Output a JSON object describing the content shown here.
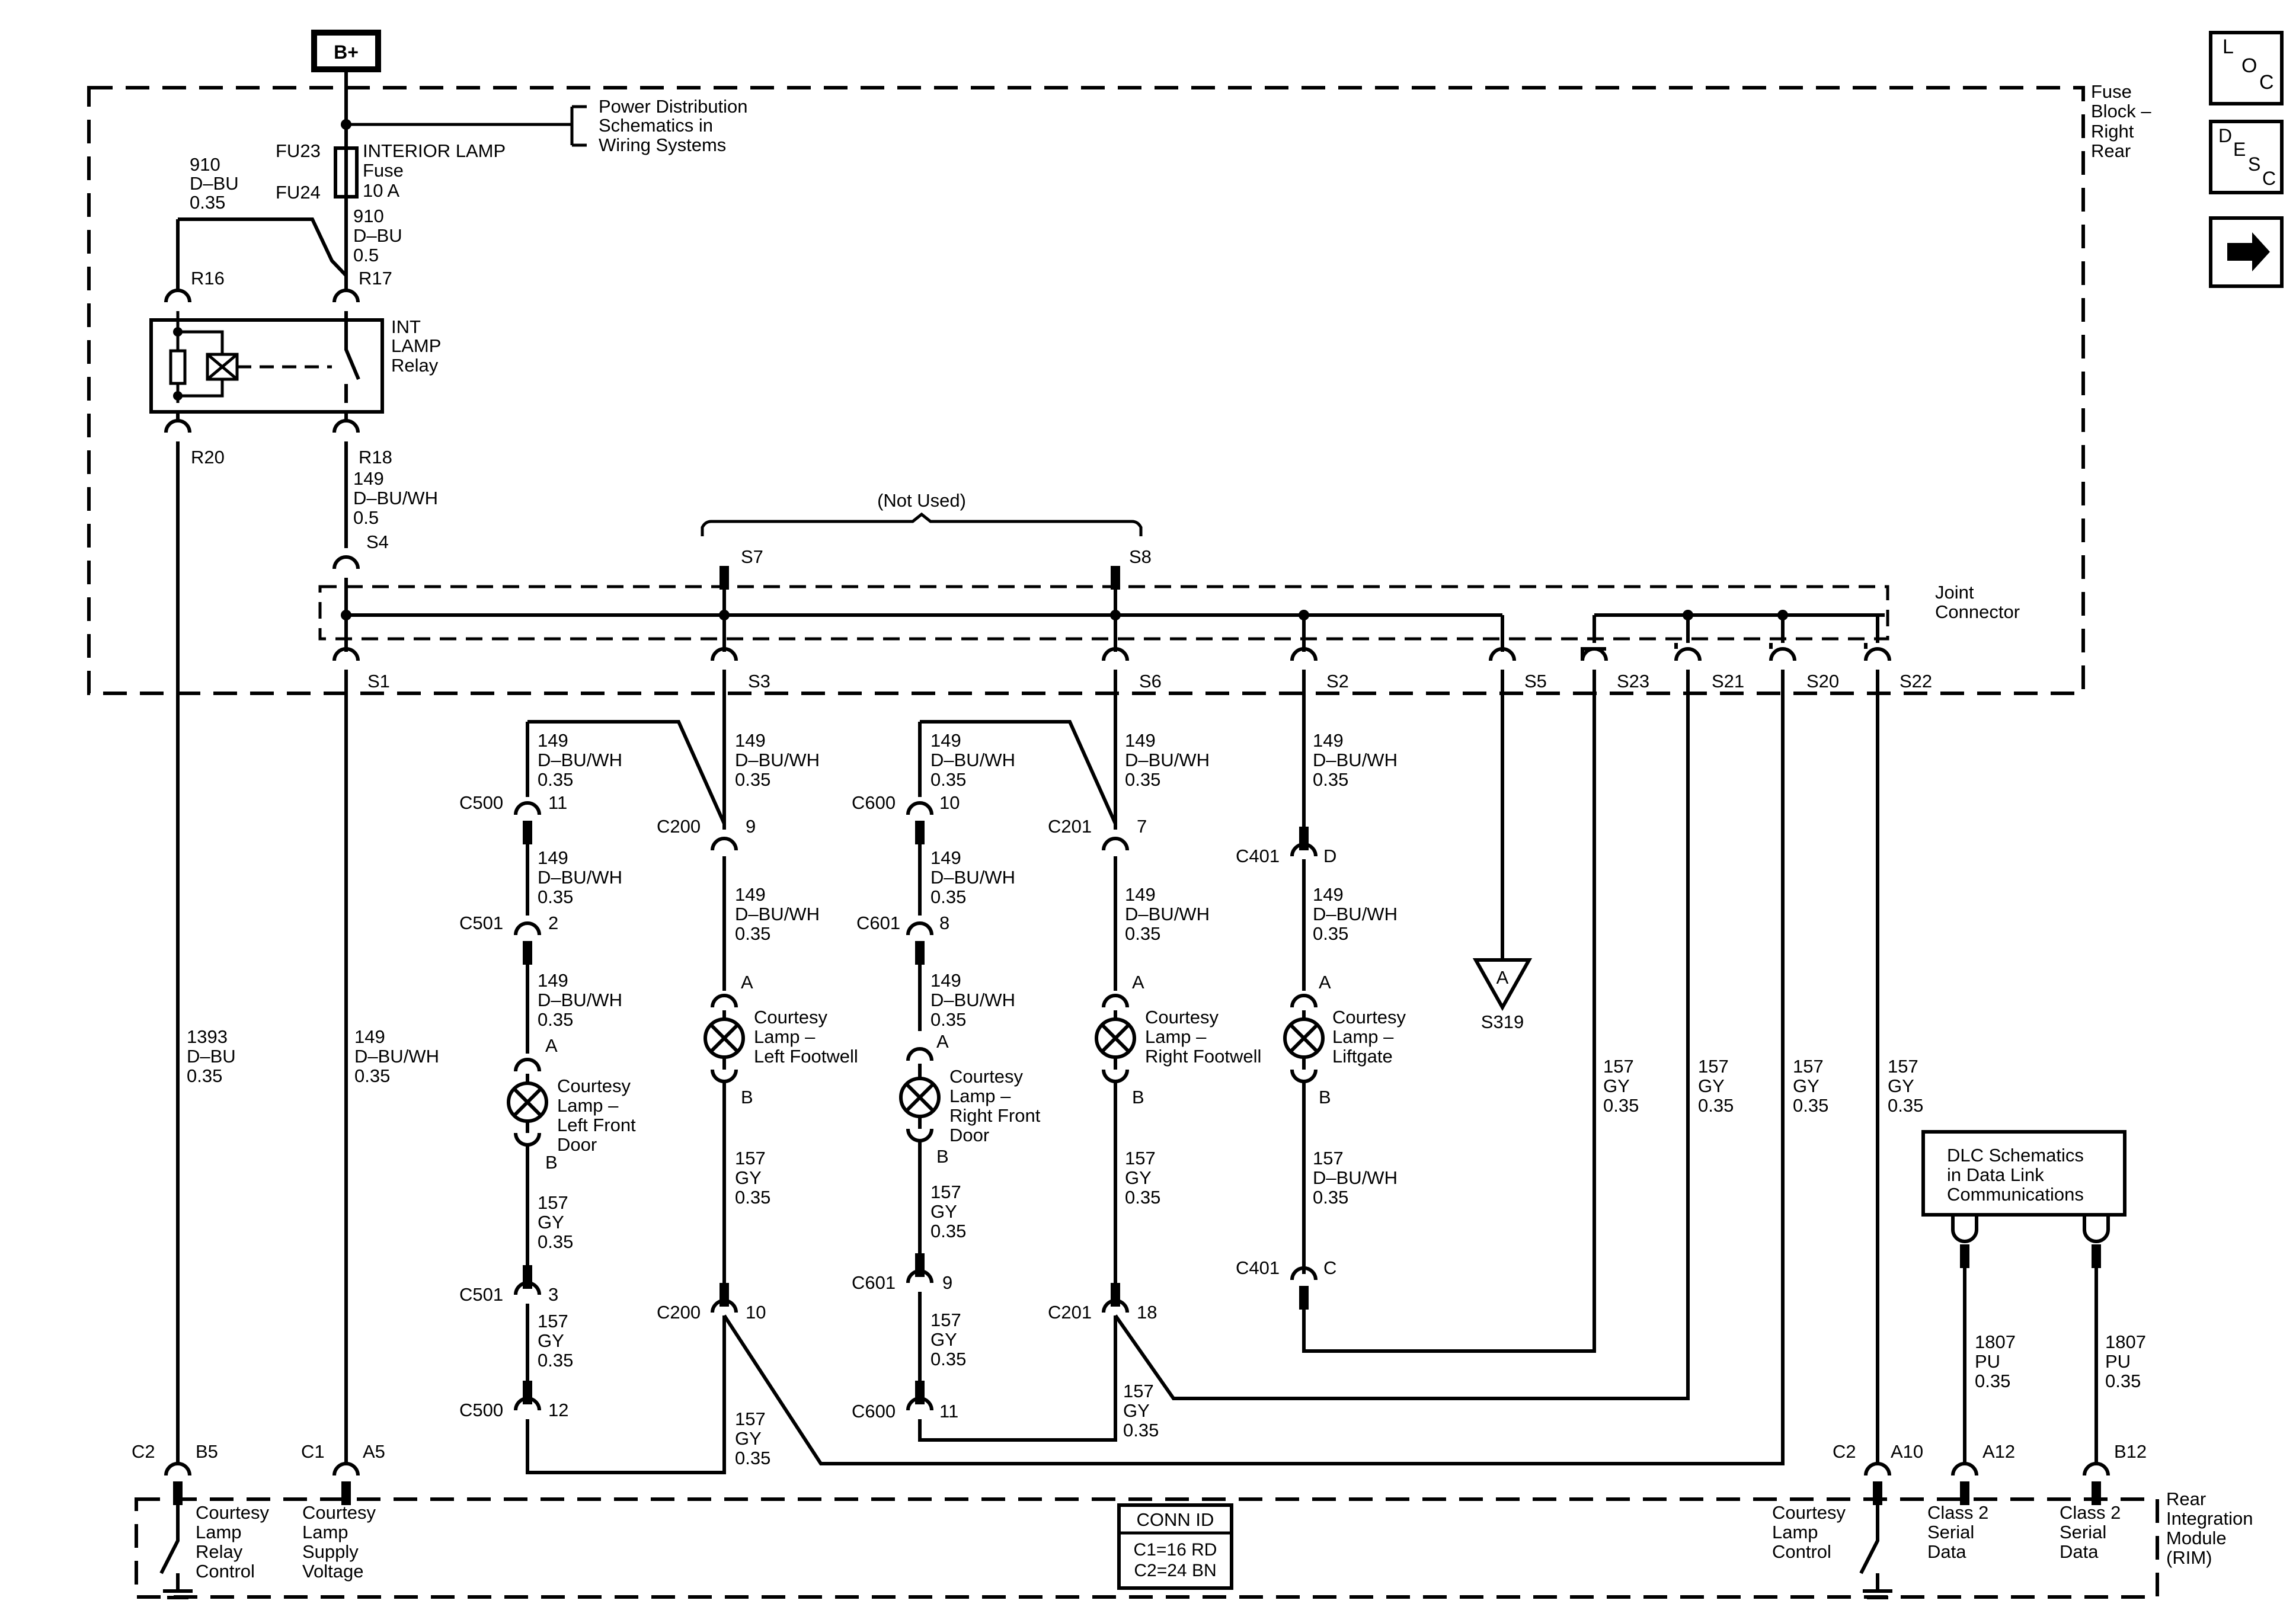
{
  "battery": "B+",
  "nav": {
    "loc": [
      "L",
      "O",
      "C"
    ],
    "desc": [
      "D",
      "E",
      "S",
      "C"
    ],
    "next_icon": "arrow-right-icon"
  },
  "fuse_block": {
    "label": [
      "Fuse",
      "Block –",
      "Right",
      "Rear"
    ],
    "power_ref": [
      "Power Distribution",
      "Schematics in",
      "Wiring Systems"
    ],
    "fuse_ids": [
      "FU23",
      "FU24"
    ],
    "fuse_label": [
      "INTERIOR LAMP",
      "Fuse",
      "10 A"
    ],
    "relay_label": [
      "INT",
      "LAMP",
      "Relay"
    ],
    "pins": {
      "r16": "R16",
      "r17": "R17",
      "r20": "R20",
      "r18": "R18"
    }
  },
  "joint_connector": {
    "label": [
      "Joint",
      "Connector"
    ],
    "not_used": "(Not Used)",
    "pins": {
      "s4": "S4",
      "s7": "S7",
      "s8": "S8",
      "s1": "S1",
      "s3": "S3",
      "s6": "S6",
      "s2": "S2",
      "s5": "S5",
      "s23": "S23",
      "s21": "S21",
      "s20": "S20",
      "s22": "S22"
    }
  },
  "wires": {
    "w910_left": [
      "910",
      "D–BU",
      "0.35"
    ],
    "w910_fuse": [
      "910",
      "D–BU",
      "0.5"
    ],
    "w149_r18": [
      "149",
      "D–BU/WH",
      "0.5"
    ],
    "w1393": [
      "1393",
      "D–BU",
      "0.35"
    ],
    "w149_c1": [
      "149",
      "D–BU/WH",
      "0.35"
    ],
    "w149_035": [
      "149",
      "D–BU/WH",
      "0.35"
    ],
    "w157_035": [
      "157",
      "GY",
      "0.35"
    ],
    "w157_dbu": [
      "157",
      "D–BU/WH",
      "0.35"
    ],
    "w1807": [
      "1807",
      "PU",
      "0.35"
    ]
  },
  "connectors": {
    "c500": "C500",
    "c501": "C501",
    "c600": "C600",
    "c601": "C601",
    "c200": "C200",
    "c201": "C201",
    "c401": "C401",
    "p11": "11",
    "p2": "2",
    "p3": "3",
    "p12": "12",
    "p10": "10",
    "p8": "8",
    "p9": "9",
    "p7": "7",
    "p18": "18",
    "pD": "D",
    "pC": "C",
    "pA": "A",
    "pB": "B"
  },
  "lamps": {
    "left_front_door": [
      "Courtesy",
      "Lamp –",
      "Left Front",
      "Door"
    ],
    "left_footwell": [
      "Courtesy",
      "Lamp –",
      "Left Footwell"
    ],
    "right_front_door": [
      "Courtesy",
      "Lamp –",
      "Right Front",
      "Door"
    ],
    "right_footwell": [
      "Courtesy",
      "Lamp –",
      "Right Footwell"
    ],
    "liftgate": [
      "Courtesy",
      "Lamp –",
      "Liftgate"
    ]
  },
  "splice": {
    "letter": "A",
    "id": "S319"
  },
  "dlc": [
    "DLC Schematics",
    "in Data Link",
    "Communications"
  ],
  "rim": {
    "label": [
      "Rear",
      "Integration",
      "Module",
      "(RIM)"
    ],
    "conn_id_title": "CONN ID",
    "conn_id_lines": [
      "C1=16 RD",
      "C2=24 BN"
    ],
    "pins": {
      "c2": "C2",
      "b5": "B5",
      "c1": "C1",
      "a5": "A5",
      "a10": "A10",
      "a12": "A12",
      "b12": "B12"
    },
    "relay_control": [
      "Courtesy",
      "Lamp",
      "Relay",
      "Control"
    ],
    "supply_voltage": [
      "Courtesy",
      "Lamp",
      "Supply",
      "Voltage"
    ],
    "lamp_control": [
      "Courtesy",
      "Lamp",
      "Control"
    ],
    "serial_a12": [
      "Class 2",
      "Serial",
      "Data"
    ],
    "serial_b12": [
      "Class 2",
      "Serial",
      "Data"
    ]
  }
}
